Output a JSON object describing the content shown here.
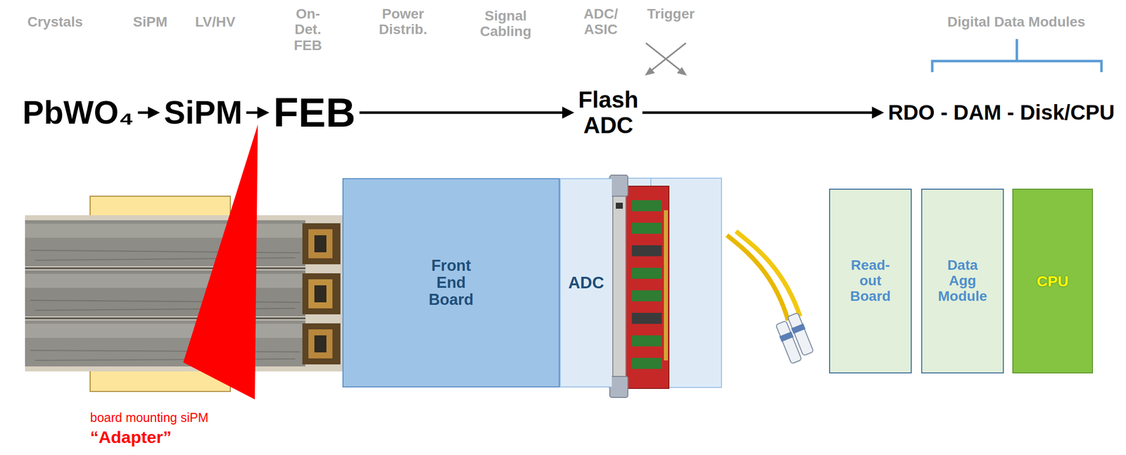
{
  "diagram": {
    "nodes": [
      {
        "text": [
          "PbWO₄"
        ]
      },
      {
        "text": [
          "SiPM"
        ]
      },
      {
        "text": [
          "FEB"
        ]
      },
      {
        "text": [
          "Flash ADC"
        ]
      },
      {
        "text": [
          "RDO - DAM - Disk/CPU"
        ]
      },
      {
        "text": [
          "Front End Board"
        ]
      },
      {
        "text": [
          "ADC"
        ]
      },
      {
        "text": [
          "Read- out Board"
        ]
      },
      {
        "text": [
          "Data Agg Module"
        ]
      },
      {
        "text": [
          "CPU"
        ]
      }
    ],
    "edges": [
      {
        "from": 0,
        "to": 1,
        "arrow": "to"
      },
      {
        "from": 1,
        "to": 2,
        "arrow": "to"
      },
      {
        "from": 2,
        "to": 3,
        "arrow": "to"
      },
      {
        "from": 3,
        "to": 4,
        "arrow": "to"
      }
    ],
    "labels": [
      "Crystals",
      "SiPM",
      "LV/HV",
      "On-Det. FEB",
      "Power Distrib.",
      "Signal Cabling",
      "ADC/ ASIC",
      "Trigger",
      "Digital Data Modules",
      "board mounting siPM",
      "“Adapter”"
    ]
  }
}
